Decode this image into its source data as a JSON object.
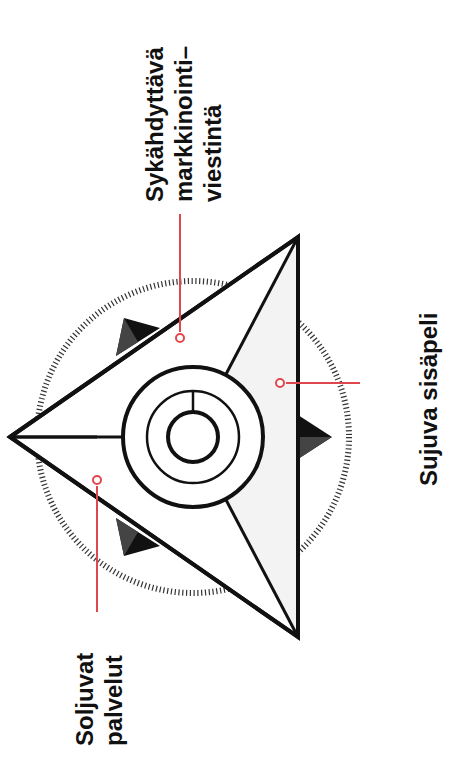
{
  "diagram": {
    "labels": [
      "Sykähdyttävä markkinointi– viestintä",
      "Sujuva sisäpeli",
      "Soljuvat palvelut"
    ]
  }
}
